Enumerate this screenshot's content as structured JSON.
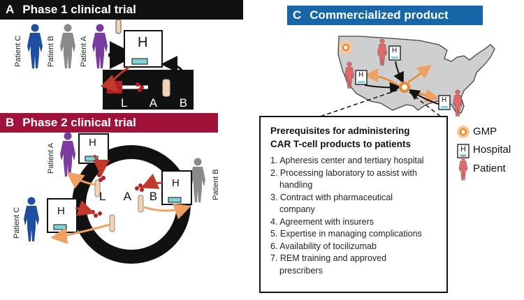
{
  "panel_a": {
    "letter": "A",
    "title": "Phase 1 clinical trial",
    "patients": [
      "Patient C",
      "Patient B",
      "Patient A"
    ],
    "hospital_letter": "H",
    "lab_text": "L A B"
  },
  "panel_b": {
    "letter": "B",
    "title": "Phase 2 clinical trial",
    "patients": [
      "Patient A",
      "Patient B",
      "Patient C"
    ],
    "hospital_letter": "H",
    "lab_text": "L A B"
  },
  "panel_c": {
    "letter": "C",
    "title": "Commercialized product",
    "hospital_letter": "H"
  },
  "prerequisites": {
    "title_line1": "Prerequisites for administering",
    "title_line2": "CAR T-cell products to patients",
    "items": [
      "1. Apheresis center and tertiary hospital",
      "2. Processing laboratory to assist with",
      "handling",
      "3. Contract with pharmaceutical",
      "company",
      "4. Agreement with insurers",
      "5. Expertise in managing complications",
      "6. Availability of tocilizumab",
      "7. REM training and approved",
      "prescribers"
    ]
  },
  "legend": {
    "gmp": "GMP",
    "hospital": "Hospital",
    "patient": "Patient",
    "hospital_letter": "H"
  },
  "colors": {
    "patient_c": "#1e4ea0",
    "patient_b": "#8a8a8a",
    "patient_a": "#7b3aa0",
    "patient_red": "#e06a6a",
    "arrow_red": "#c0392b",
    "arrow_orange": "#f0a060",
    "gmp_orange": "#e8892e",
    "screen_teal": "#7fd3d6"
  }
}
